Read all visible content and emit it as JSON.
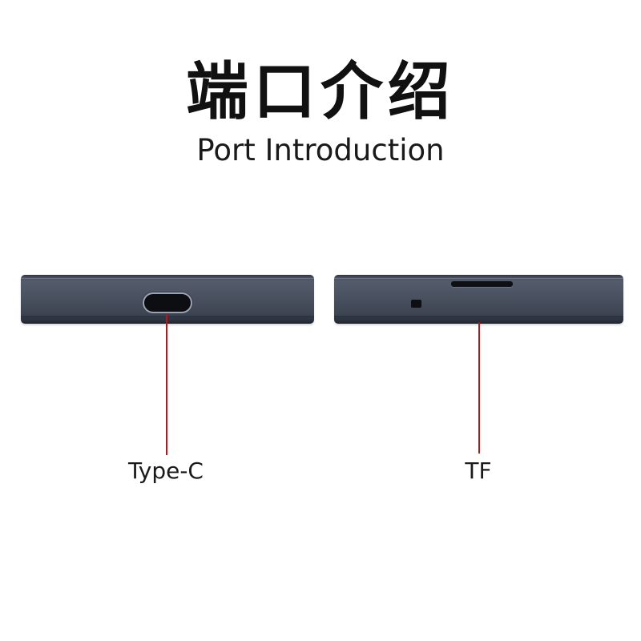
{
  "header": {
    "title": "端口介绍",
    "subtitle": "Port Introduction"
  },
  "ports": [
    {
      "label": "Type-C"
    },
    {
      "label": "TF"
    }
  ],
  "colors": {
    "background": "#ffffff",
    "device_body": "#4a5160",
    "leader_line": "#d10a10",
    "text": "#111111"
  },
  "icons": {
    "left": "usb-c-port-icon",
    "right": "tf-card-slot-icon"
  }
}
